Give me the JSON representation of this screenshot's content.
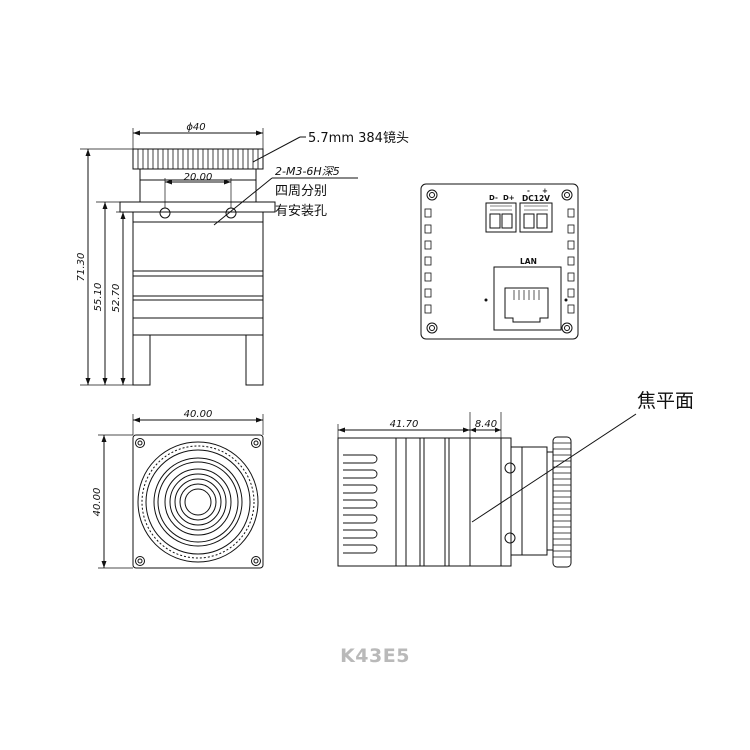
{
  "dimensions": {
    "lens_diameter": "ϕ40",
    "mount_hole_spacing": "20.00",
    "total_height": "71.30",
    "body_height": "55.10",
    "housing_height": "52.70",
    "front_width": "40.00",
    "front_height": "40.00",
    "side_length": "41.70",
    "focal_offset": "8.40"
  },
  "annotations": {
    "lens_spec": "5.7mm  384镜头",
    "thread_spec": "2-M3-6H深5",
    "hole_note_line1": "四周分别",
    "hole_note_line2": "有安装孔",
    "focal_plane": "焦平面"
  },
  "rear_panel": {
    "pin_d_minus": "D-",
    "pin_d_plus": "D+",
    "pin_minus": "-",
    "pin_plus": "+",
    "power_label": "DC12V",
    "lan_label": "LAN"
  },
  "model_name": "K43E5"
}
